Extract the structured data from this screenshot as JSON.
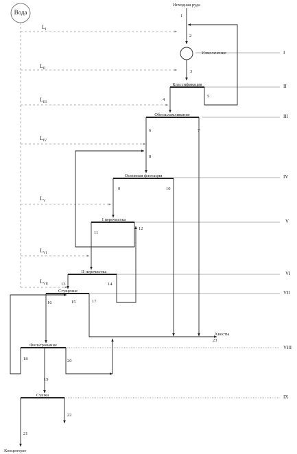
{
  "water_label": "Вода",
  "input_label": "Исходная руда",
  "operations": {
    "grinding": "Измельчение",
    "classification": "Классификация",
    "desliming": "Обесшламливание",
    "rougher_flotation": "Основная флотация",
    "cleaner_1": "I перечистка",
    "cleaner_2": "II перечистка",
    "thickening": "Сгущение",
    "filtration": "Фильтрование",
    "drying": "Сушка"
  },
  "outputs": {
    "tailings": "Хвосты",
    "concentrate": "Концентрат"
  },
  "water_flows": [
    {
      "main": "L",
      "sub": "I"
    },
    {
      "main": "L",
      "sub": "II"
    },
    {
      "main": "L",
      "sub": "III"
    },
    {
      "main": "L",
      "sub": "IV"
    },
    {
      "main": "L",
      "sub": "V"
    },
    {
      "main": "L",
      "sub": "VI"
    },
    {
      "main": "L",
      "sub": "VII"
    }
  ],
  "stage_numerals": [
    "I",
    "II",
    "III",
    "IV",
    "V",
    "VI",
    "VII",
    "VIII",
    "IX"
  ],
  "stream_numbers": [
    "1",
    "2",
    "3",
    "4",
    "5",
    "6",
    "7",
    "8",
    "9",
    "10",
    "11",
    "12",
    "13",
    "14",
    "15",
    "16",
    "17",
    "18",
    "19",
    "20",
    "21",
    "22",
    "23"
  ],
  "colors": {
    "line": "#222222",
    "water_line": "#9a9a9a",
    "stage_line": "#666666"
  }
}
